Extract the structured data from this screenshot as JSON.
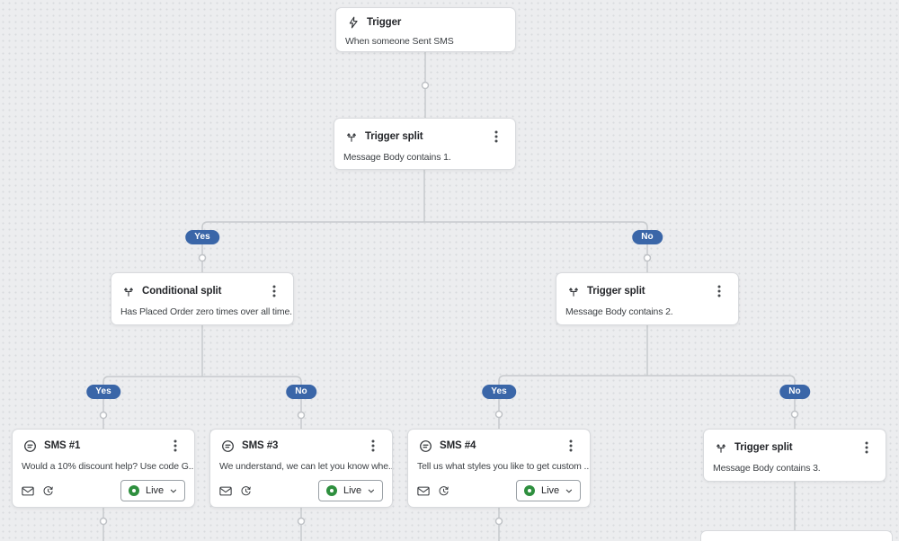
{
  "theme": {
    "canvas_bg": "#ecedef",
    "dot": "#d8dade",
    "line": "#c7cacd",
    "card_border": "#d8dadd",
    "badge_bg": "#3a66a8",
    "badge_text": "#ffffff",
    "live_green": "#2e8f3e"
  },
  "nodes": {
    "trigger": {
      "title": "Trigger",
      "body": "When someone Sent SMS",
      "icon": "lightning-icon"
    },
    "trigger_split_1": {
      "title": "Trigger split",
      "body": "Message Body contains 1.",
      "icon": "split-icon"
    },
    "conditional_split": {
      "title": "Conditional split",
      "body": "Has Placed Order zero times over all time.",
      "icon": "split-icon"
    },
    "trigger_split_2": {
      "title": "Trigger split",
      "body": "Message Body contains 2.",
      "icon": "split-icon"
    },
    "sms_1": {
      "title": "SMS #1",
      "body": "Would a 10% discount help? Use code G...",
      "status": "Live",
      "icon": "sms-icon"
    },
    "sms_3": {
      "title": "SMS #3",
      "body": "We understand, we can let you know whe...",
      "status": "Live",
      "icon": "sms-icon"
    },
    "sms_4": {
      "title": "SMS #4",
      "body": "Tell us what styles you like to get custom ...",
      "status": "Live",
      "icon": "sms-icon"
    },
    "trigger_split_3": {
      "title": "Trigger split",
      "body": "Message Body contains 3.",
      "icon": "split-icon"
    }
  },
  "badges": {
    "level2_yes": "Yes",
    "level2_no": "No",
    "level3_left_yes": "Yes",
    "level3_left_no": "No",
    "level3_right_yes": "Yes",
    "level3_right_no": "No"
  }
}
